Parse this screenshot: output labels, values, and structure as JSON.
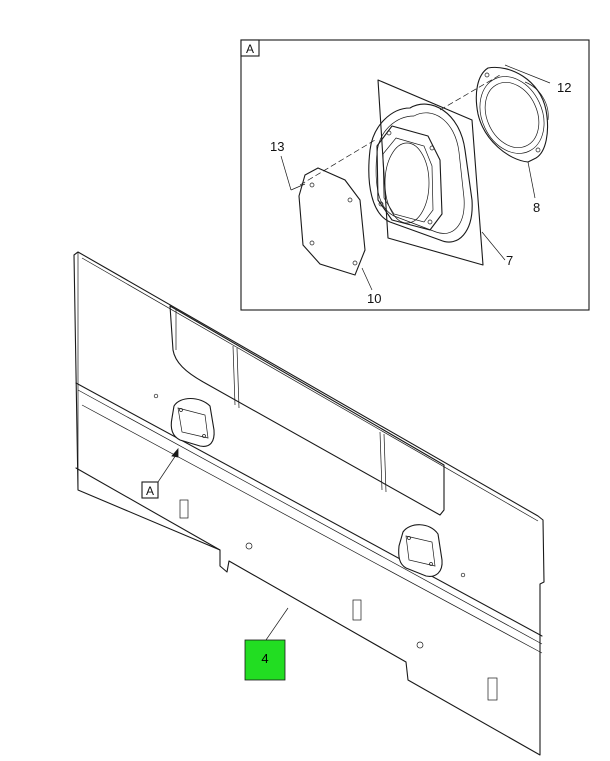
{
  "detail_label": "A",
  "detail_ref_label": "A",
  "callouts": {
    "p12": "12",
    "p13": "13",
    "p8": "8",
    "p7": "7",
    "p10": "10",
    "p4": "4"
  },
  "colors": {
    "highlight": "#22dd22",
    "line": "#1a1a1a",
    "background": "#ffffff"
  }
}
